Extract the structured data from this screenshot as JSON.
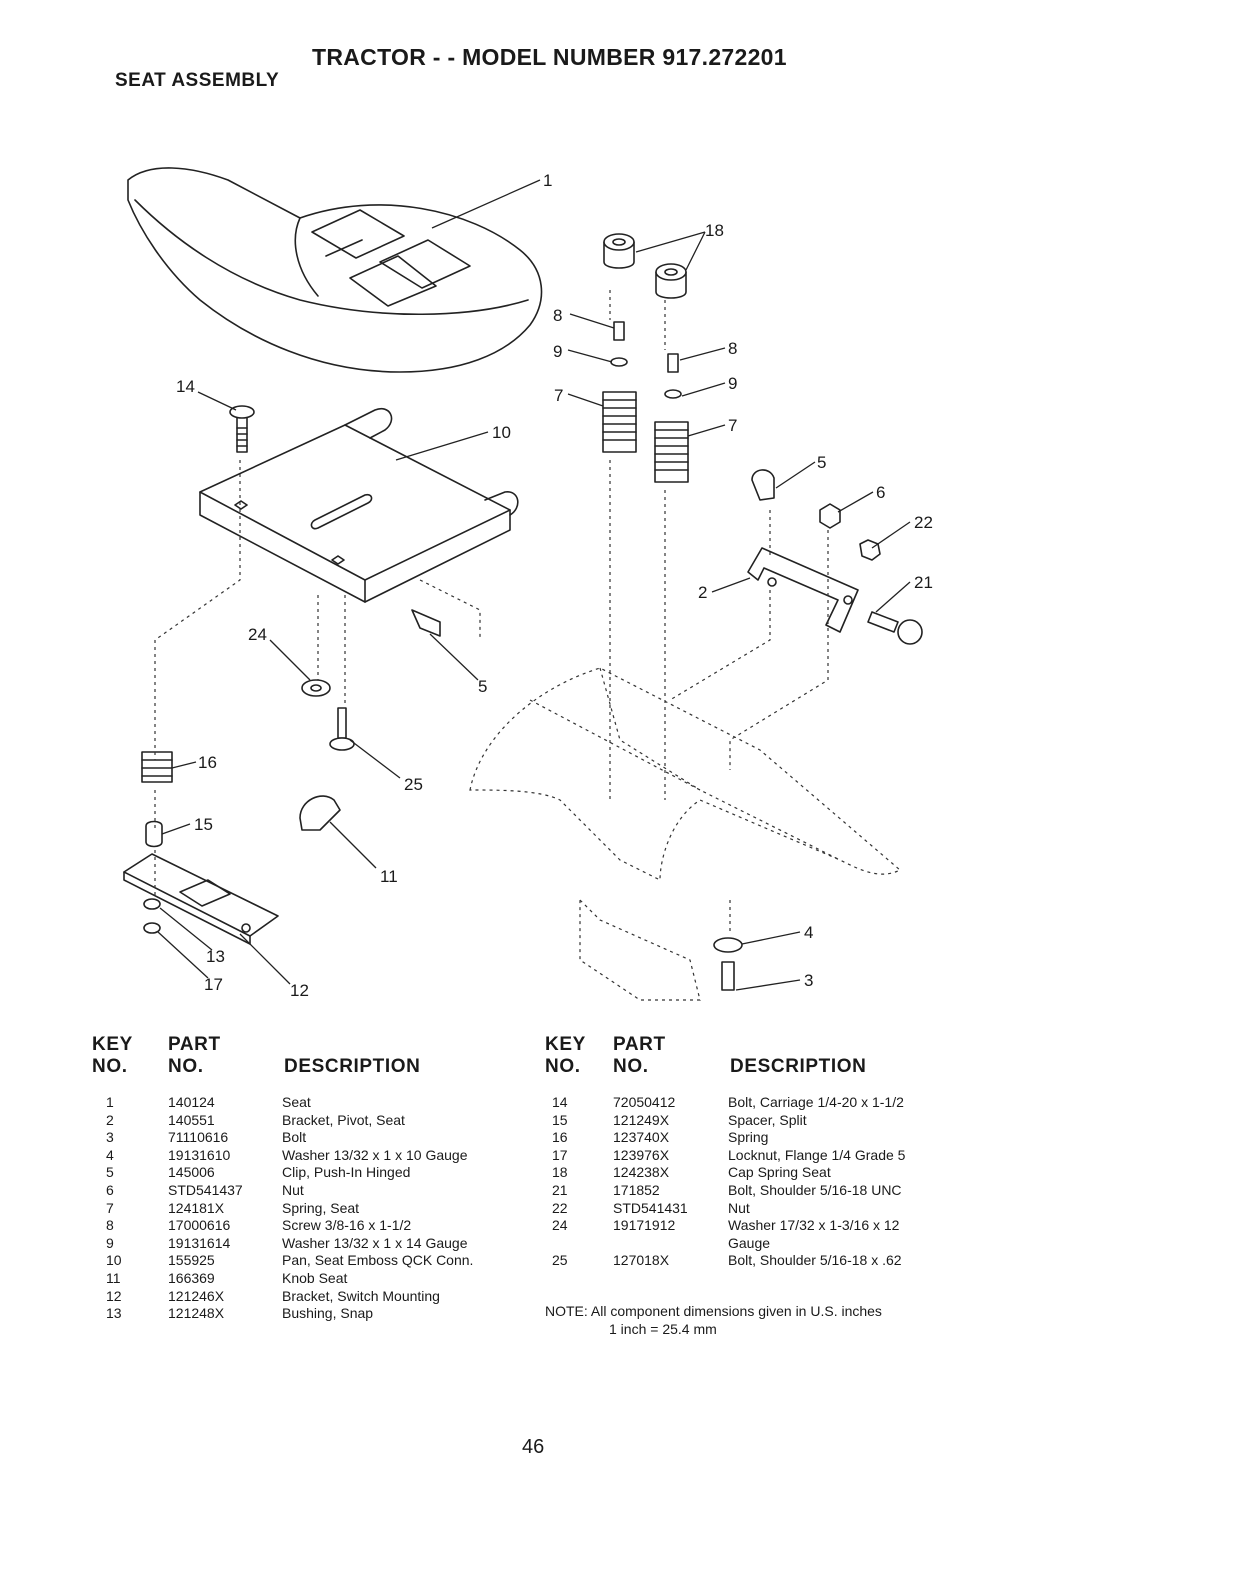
{
  "header": {
    "title": "TRACTOR - - MODEL NUMBER 917.272201",
    "subtitle": "SEAT ASSEMBLY"
  },
  "diagram": {
    "callouts": [
      "1",
      "18",
      "8",
      "9",
      "7",
      "8",
      "9",
      "7",
      "14",
      "10",
      "5",
      "6",
      "22",
      "2",
      "21",
      "24",
      "5",
      "16",
      "25",
      "15",
      "11",
      "13",
      "17",
      "12",
      "4",
      "3"
    ]
  },
  "table_headers": {
    "key_line1": "KEY",
    "key_line2": "NO.",
    "part_line1": "PART",
    "part_line2": "NO.",
    "description": "DESCRIPTION"
  },
  "parts_left": [
    {
      "key": "1",
      "part": "140124",
      "desc": "Seat"
    },
    {
      "key": "2",
      "part": "140551",
      "desc": "Bracket, Pivot, Seat"
    },
    {
      "key": "3",
      "part": "71110616",
      "desc": "Bolt"
    },
    {
      "key": "4",
      "part": "19131610",
      "desc": "Washer 13/32 x 1 x 10 Gauge"
    },
    {
      "key": "5",
      "part": "145006",
      "desc": "Clip, Push-In Hinged"
    },
    {
      "key": "6",
      "part": "STD541437",
      "desc": "Nut"
    },
    {
      "key": "7",
      "part": "124181X",
      "desc": "Spring, Seat"
    },
    {
      "key": "8",
      "part": "17000616",
      "desc": "Screw 3/8-16 x 1-1/2"
    },
    {
      "key": "9",
      "part": "19131614",
      "desc": "Washer 13/32 x 1 x 14 Gauge"
    },
    {
      "key": "10",
      "part": "155925",
      "desc": "Pan, Seat Emboss QCK Conn."
    },
    {
      "key": "11",
      "part": "166369",
      "desc": "Knob Seat"
    },
    {
      "key": "12",
      "part": "121246X",
      "desc": "Bracket, Switch Mounting"
    },
    {
      "key": "13",
      "part": "121248X",
      "desc": "Bushing, Snap"
    }
  ],
  "parts_right": [
    {
      "key": "14",
      "part": "72050412",
      "desc": "Bolt, Carriage 1/4-20 x 1-1/2"
    },
    {
      "key": "15",
      "part": "121249X",
      "desc": "Spacer, Split"
    },
    {
      "key": "16",
      "part": "123740X",
      "desc": "Spring"
    },
    {
      "key": "17",
      "part": "123976X",
      "desc": "Locknut, Flange 1/4 Grade 5"
    },
    {
      "key": "18",
      "part": "124238X",
      "desc": "Cap Spring Seat"
    },
    {
      "key": "21",
      "part": "171852",
      "desc": "Bolt, Shoulder 5/16-18 UNC"
    },
    {
      "key": "22",
      "part": "STD541431",
      "desc": "Nut"
    },
    {
      "key": "24",
      "part": "19171912",
      "desc": "Washer 17/32 x 1-3/16 x 12"
    },
    {
      "key": "",
      "part": "",
      "desc": "Gauge"
    },
    {
      "key": "25",
      "part": "127018X",
      "desc": "Bolt, Shoulder 5/16-18 x .62"
    }
  ],
  "note": {
    "line1": "NOTE:  All component dimensions given in U.S. inches",
    "line2": "1 inch = 25.4 mm"
  },
  "page_number": "46"
}
